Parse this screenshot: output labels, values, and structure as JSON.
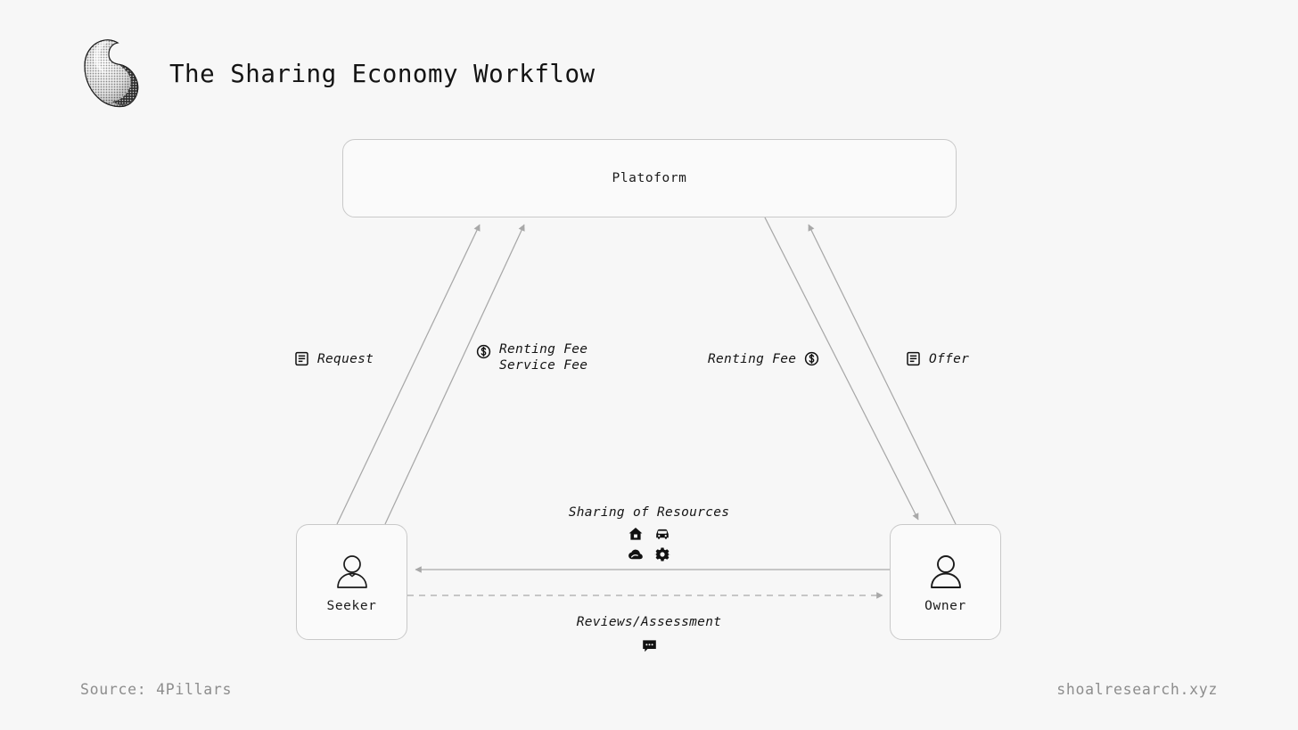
{
  "header": {
    "title": "The Sharing Economy Workflow",
    "logo_icon": "snail-shell-icon"
  },
  "diagram": {
    "type": "flow-diagram",
    "nodes": [
      {
        "id": "platform",
        "label": "Platoform",
        "shape": "rounded-rect"
      },
      {
        "id": "seeker",
        "label": "Seeker",
        "shape": "rounded-square",
        "icon": "user-outline-icon"
      },
      {
        "id": "owner",
        "label": "Owner",
        "shape": "rounded-square",
        "icon": "user-filled-icon"
      }
    ],
    "edges": [
      {
        "id": "request",
        "from": "seeker",
        "to": "platform",
        "label": "Request",
        "icon": "document-list-icon",
        "icon_position": "before",
        "style": "solid",
        "arrow": "to-platform"
      },
      {
        "id": "fees",
        "from": "seeker",
        "to": "platform",
        "label_lines": [
          "Renting Fee",
          "Service Fee"
        ],
        "icon": "dollar-circle-icon",
        "icon_position": "before",
        "style": "solid",
        "arrow": "to-platform"
      },
      {
        "id": "renting-fee-right",
        "from": "platform",
        "to": "owner",
        "label": "Renting Fee",
        "icon": "dollar-circle-icon",
        "icon_position": "after",
        "style": "solid",
        "arrow": "to-owner"
      },
      {
        "id": "offer",
        "from": "owner",
        "to": "platform",
        "label": "Offer",
        "icon": "document-list-icon",
        "icon_position": "before",
        "style": "solid",
        "arrow": "to-platform"
      },
      {
        "id": "sharing-of-resources",
        "from": "owner",
        "to": "seeker",
        "label": "Sharing of Resources",
        "icons": [
          "house-icon",
          "car-icon",
          "cloud-icon",
          "gear-icon"
        ],
        "style": "solid",
        "arrow": "to-seeker"
      },
      {
        "id": "reviews-assessment",
        "from": "seeker",
        "to": "owner",
        "label": "Reviews/Assessment",
        "icon": "chat-bubble-icon",
        "style": "dashed",
        "arrow": "to-owner"
      }
    ]
  },
  "footer": {
    "source": "Source: 4Pillars",
    "site": "shoalresearch.xyz"
  },
  "colors": {
    "background": "#f7f7f7",
    "node_fill": "#fafafa",
    "node_border": "#c9c9c9",
    "connector": "#a8a8a8",
    "text": "#141414",
    "footer_text": "#8d8d8d"
  }
}
